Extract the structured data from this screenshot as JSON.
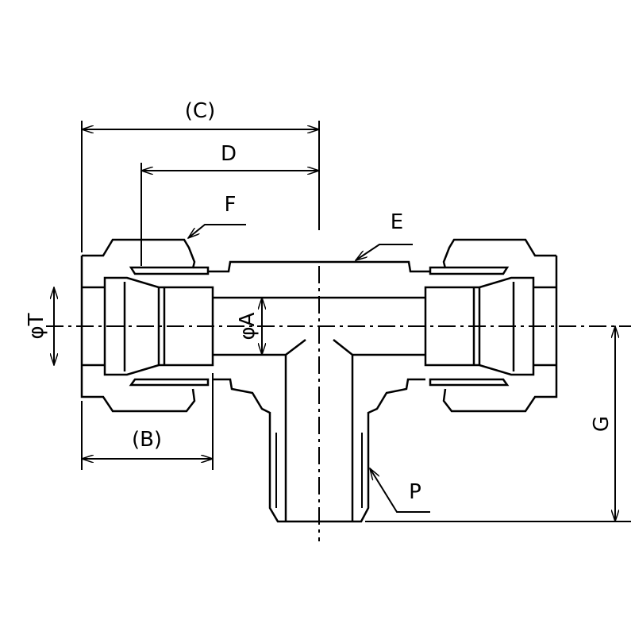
{
  "title": "Union tee fitting dimension drawing",
  "labels": {
    "C": "(C)",
    "D": "D",
    "F": "F",
    "E": "E",
    "phiT": "φT",
    "phiA": "φA",
    "B": "(B)",
    "G": "G",
    "P": "P"
  },
  "colors": {
    "line": "#000000",
    "background": "#ffffff"
  }
}
